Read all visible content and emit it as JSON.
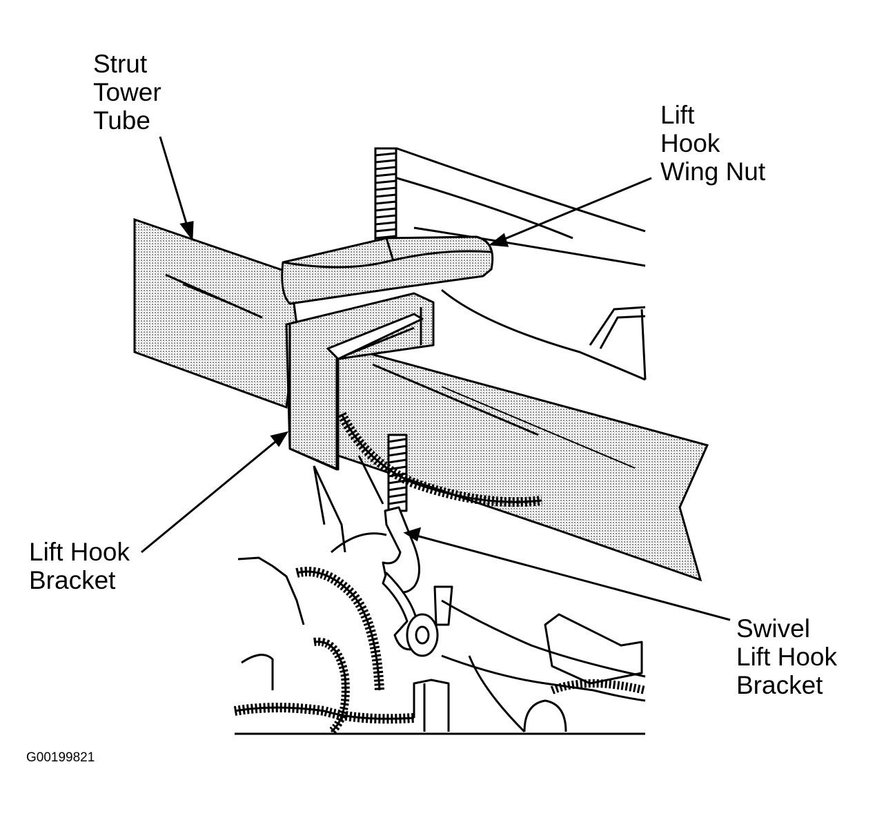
{
  "labels": {
    "strut_tower_tube": [
      "Strut",
      "Tower",
      "Tube"
    ],
    "lift_hook_wing_nut": [
      "Lift",
      "Hook",
      "Wing Nut"
    ],
    "lift_hook_bracket": [
      "Lift Hook",
      "Bracket"
    ],
    "swivel_lift_hook_bracket": [
      "Swivel",
      "Lift Hook",
      "Bracket"
    ]
  },
  "figure_code": "G00199821",
  "colors": {
    "ink": "#000000",
    "shade": "#bdbdbd",
    "paper": "#ffffff"
  }
}
